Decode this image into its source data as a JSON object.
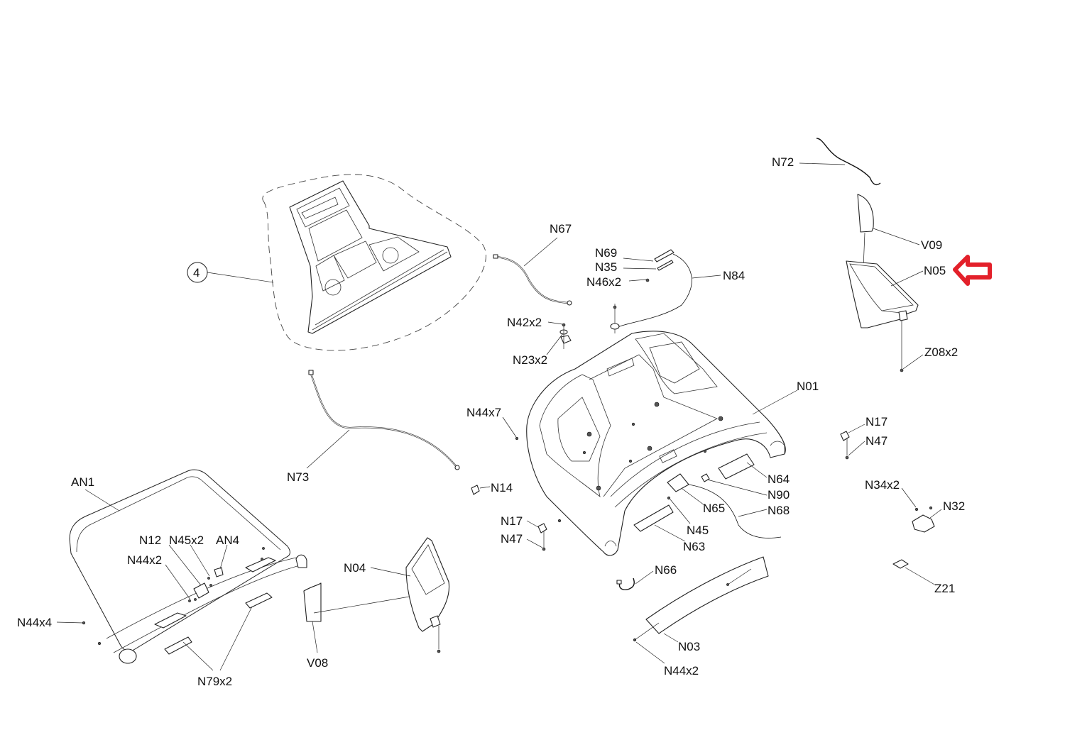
{
  "diagram": {
    "type": "exploded-parts-diagram",
    "highlight": {
      "part": "N05",
      "indicator": "red-arrow",
      "color": "#e3202a"
    },
    "assembly_callout": "4",
    "labels": {
      "n72": "N72",
      "v09": "V09",
      "n05": "N05",
      "z08x2": "Z08x2",
      "n67": "N67",
      "n69": "N69",
      "n35": "N35",
      "n46x2": "N46x2",
      "n84": "N84",
      "n42x2": "N42x2",
      "n23x2": "N23x2",
      "n01": "N01",
      "n44x7": "N44x7",
      "n14": "N14",
      "n17a": "N17",
      "n47a": "N47",
      "n17b": "N17",
      "n47b": "N47",
      "n64": "N64",
      "n90": "N90",
      "n65": "N65",
      "n68": "N68",
      "n45": "N45",
      "n63": "N63",
      "n34x2": "N34x2",
      "n32": "N32",
      "z21": "Z21",
      "n73": "N73",
      "an1": "AN1",
      "n12": "N12",
      "n45x2": "N45x2",
      "an4": "AN4",
      "n44x2a": "N44x2",
      "n44x4": "N44x4",
      "n79x2": "N79x2",
      "n04": "N04",
      "v08": "V08",
      "n66": "N66",
      "n03": "N03",
      "n44x2b": "N44x2"
    }
  }
}
